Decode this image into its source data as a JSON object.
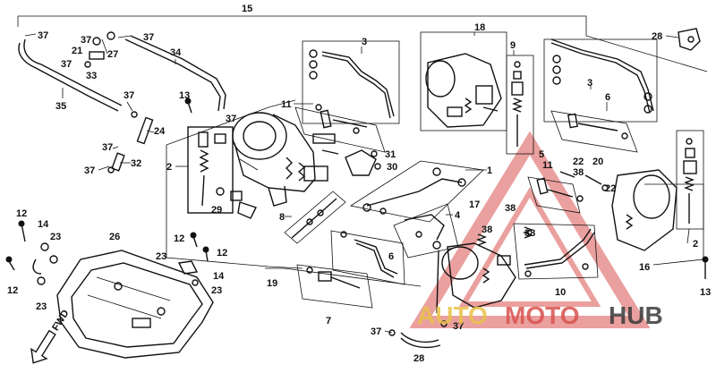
{
  "callouts": [
    {
      "id": "c15",
      "text": "15"
    },
    {
      "id": "c37a",
      "text": "37"
    },
    {
      "id": "c37b",
      "text": "37"
    },
    {
      "id": "c37c",
      "text": "37"
    },
    {
      "id": "c37d",
      "text": "37"
    },
    {
      "id": "c21",
      "text": "21"
    },
    {
      "id": "c27",
      "text": "27"
    },
    {
      "id": "c33",
      "text": "33"
    },
    {
      "id": "c34",
      "text": "34"
    },
    {
      "id": "c35",
      "text": "35"
    },
    {
      "id": "c37e",
      "text": "37"
    },
    {
      "id": "c13a",
      "text": "13"
    },
    {
      "id": "c37f",
      "text": "37"
    },
    {
      "id": "c24",
      "text": "24"
    },
    {
      "id": "c37g",
      "text": "37"
    },
    {
      "id": "c32",
      "text": "32"
    },
    {
      "id": "c37h",
      "text": "37"
    },
    {
      "id": "c3a",
      "text": "3"
    },
    {
      "id": "c11a",
      "text": "11"
    },
    {
      "id": "c18",
      "text": "18"
    },
    {
      "id": "c9",
      "text": "9"
    },
    {
      "id": "c28a",
      "text": "28"
    },
    {
      "id": "c3b",
      "text": "3"
    },
    {
      "id": "c6a",
      "text": "6"
    },
    {
      "id": "c2a",
      "text": "2"
    },
    {
      "id": "c29",
      "text": "29"
    },
    {
      "id": "c31",
      "text": "31"
    },
    {
      "id": "c30",
      "text": "30"
    },
    {
      "id": "c1",
      "text": "1"
    },
    {
      "id": "c5",
      "text": "5"
    },
    {
      "id": "c11b",
      "text": "11"
    },
    {
      "id": "c22a",
      "text": "22"
    },
    {
      "id": "c38a",
      "text": "38"
    },
    {
      "id": "c20",
      "text": "20"
    },
    {
      "id": "c22b",
      "text": "22"
    },
    {
      "id": "c8",
      "text": "8"
    },
    {
      "id": "c17",
      "text": "17"
    },
    {
      "id": "c4",
      "text": "4"
    },
    {
      "id": "c38b",
      "text": "38"
    },
    {
      "id": "c38c",
      "text": "38"
    },
    {
      "id": "c38d",
      "text": "38"
    },
    {
      "id": "c12a",
      "text": "12"
    },
    {
      "id": "c14a",
      "text": "14"
    },
    {
      "id": "c23a",
      "text": "23"
    },
    {
      "id": "c26",
      "text": "26"
    },
    {
      "id": "c12b",
      "text": "12"
    },
    {
      "id": "c12c",
      "text": "12"
    },
    {
      "id": "c23b",
      "text": "23"
    },
    {
      "id": "c14b",
      "text": "14"
    },
    {
      "id": "c23c",
      "text": "23"
    },
    {
      "id": "c6b",
      "text": "6"
    },
    {
      "id": "c19",
      "text": "19"
    },
    {
      "id": "c7",
      "text": "7"
    },
    {
      "id": "c10",
      "text": "10"
    },
    {
      "id": "c16",
      "text": "16"
    },
    {
      "id": "c2b",
      "text": "2"
    },
    {
      "id": "c13b",
      "text": "13"
    },
    {
      "id": "c12d",
      "text": "12"
    },
    {
      "id": "c23d",
      "text": "23"
    },
    {
      "id": "c37i",
      "text": "37"
    },
    {
      "id": "c37j",
      "text": "37"
    },
    {
      "id": "c28b",
      "text": "28"
    }
  ],
  "direction": {
    "label": "FWD"
  },
  "watermark": {
    "part1": "AUTO",
    "part2": "MOTO",
    "part3": "HUB",
    "color_gold": "#e8c24a",
    "color_red": "#d9534f",
    "color_dark": "#3a3a3a"
  }
}
